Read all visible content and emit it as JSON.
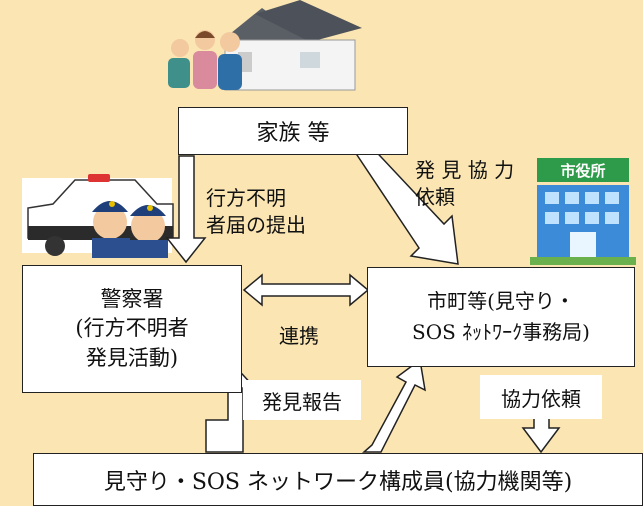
{
  "nodes": {
    "family": "家族 等",
    "police": [
      "警察署",
      "(行方不明者",
      "発見活動)"
    ],
    "city": [
      "市町等(見守り・",
      "SOS ﾈｯﾄﾜｰｸ事務局)"
    ],
    "network": "見守り・SOS ネットワーク構成員(協力機関等)"
  },
  "edges": {
    "report_filing": [
      "行方不明",
      "者届の提出"
    ],
    "discovery_request": [
      "発 見 協 力",
      "依頼"
    ],
    "cooperation": "連携",
    "discovery_report": "発見報告",
    "cooperation_request": "協力依頼"
  },
  "illustrations": {
    "family_house": "family-house-illustration",
    "police": "police-officers-car-illustration",
    "city_hall": "city-hall-building-illustration",
    "city_hall_sign": "市役所"
  }
}
